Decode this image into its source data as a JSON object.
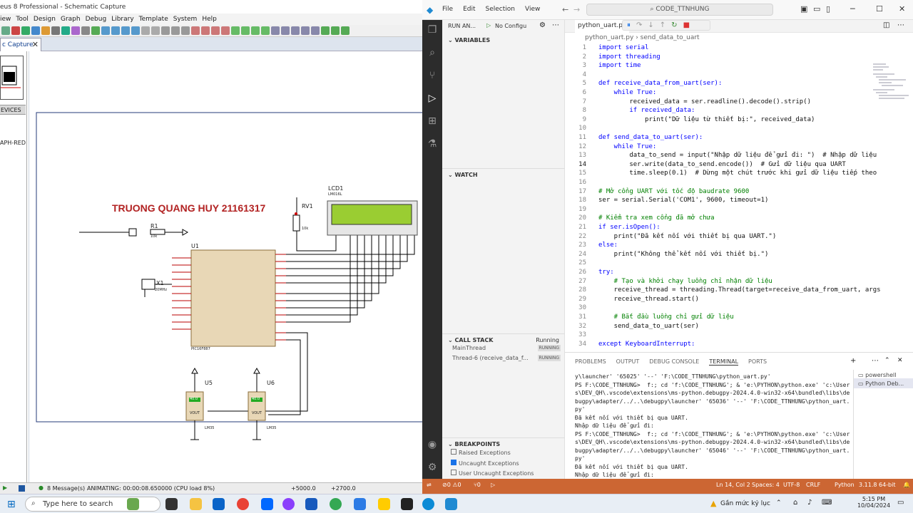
{
  "proteus": {
    "title": "eus 8 Professional - Schematic Capture",
    "menu": [
      "iew",
      "Tool",
      "Design",
      "Graph",
      "Debug",
      "Library",
      "Template",
      "System",
      "Help"
    ],
    "tab_label": "c Capture",
    "devices_header": "EVICES",
    "device_item": "APH-RED",
    "schematic": {
      "heading": "TRUONG QUANG HUY 21161317",
      "lcd_label": "LCD1",
      "lcd_part": "LM016L",
      "rv_label": "RV1",
      "rv_value": "10k",
      "r_label": "R1",
      "r_value": "10k",
      "u1_label": "U1",
      "u1_part": "PIC16F887",
      "x_label": "X1",
      "x_value": "20MHz",
      "u5_label": "U5",
      "u6_label": "U6",
      "lm_part": "LM35",
      "vout": "VOUT",
      "lm_val1": "40.0",
      "lm_val2": "40.0"
    },
    "status": {
      "messages": "8 Message(s)",
      "animating": "ANIMATING: 00:00:08.650000 (CPU load 8%)",
      "coord_x": "+5000.0",
      "coord_y": "+2700.0"
    }
  },
  "vscode": {
    "menu": [
      "File",
      "Edit",
      "Selection",
      "View"
    ],
    "search": "CODE_TTNHUNG",
    "side": {
      "run_label": "RUN AN...",
      "config": "No Configu",
      "variables": "VARIABLES",
      "watch": "WATCH",
      "call_stack": "CALL STACK",
      "running": "Running",
      "threads": [
        {
          "name": "MainThread",
          "state": "RUNNING"
        },
        {
          "name": "Thread-6 (receive_data_f...",
          "state": "RUNNING"
        }
      ],
      "breakpoints": "BREAKPOINTS",
      "bp_items": [
        "Raised Exceptions",
        "Uncaught Exceptions",
        "User Uncaught Exceptions"
      ]
    },
    "tab": "python_uart.py",
    "breadcrumb": [
      "python_uart.py",
      "send_data_to_uart"
    ],
    "code": [
      {
        "n": "1",
        "t": "import serial"
      },
      {
        "n": "2",
        "t": "import threading"
      },
      {
        "n": "3",
        "t": "import time"
      },
      {
        "n": "4",
        "t": ""
      },
      {
        "n": "5",
        "t": "def receive_data_from_uart(ser):"
      },
      {
        "n": "6",
        "t": "    while True:"
      },
      {
        "n": "7",
        "t": "        received_data = ser.readline().decode().strip()"
      },
      {
        "n": "8",
        "t": "        if received_data:"
      },
      {
        "n": "9",
        "t": "            print(\"Dữ liệu từ thiết bị:\", received_data)"
      },
      {
        "n": "10",
        "t": ""
      },
      {
        "n": "11",
        "t": "def send_data_to_uart(ser):"
      },
      {
        "n": "12",
        "t": "    while True:"
      },
      {
        "n": "13",
        "t": "        data_to_send = input(\"Nhập dữ liệu để gửi đi: \")  # Nhập dữ liệu"
      },
      {
        "n": "14",
        "t": "        ser.write(data_to_send.encode())  # Gửi dữ liệu qua UART"
      },
      {
        "n": "15",
        "t": "        time.sleep(0.1)  # Dừng một chút trước khi gửi dữ liệu tiếp theo"
      },
      {
        "n": "16",
        "t": ""
      },
      {
        "n": "17",
        "t": "# Mở cổng UART với tốc độ baudrate 9600"
      },
      {
        "n": "18",
        "t": "ser = serial.Serial('COM1', 9600, timeout=1)"
      },
      {
        "n": "19",
        "t": ""
      },
      {
        "n": "20",
        "t": "# Kiểm tra xem cổng đã mở chưa"
      },
      {
        "n": "21",
        "t": "if ser.isOpen():"
      },
      {
        "n": "22",
        "t": "    print(\"Đã kết nối với thiết bị qua UART.\")"
      },
      {
        "n": "23",
        "t": "else:"
      },
      {
        "n": "24",
        "t": "    print(\"Không thể kết nối với thiết bị.\")"
      },
      {
        "n": "25",
        "t": ""
      },
      {
        "n": "26",
        "t": "try:"
      },
      {
        "n": "27",
        "t": "    # Tạo và khởi chạy luồng chỉ nhận dữ liệu"
      },
      {
        "n": "28",
        "t": "    receive_thread = threading.Thread(target=receive_data_from_uart, args"
      },
      {
        "n": "29",
        "t": "    receive_thread.start()"
      },
      {
        "n": "30",
        "t": ""
      },
      {
        "n": "31",
        "t": "    # Bắt đầu luồng chỉ gửi dữ liệu"
      },
      {
        "n": "32",
        "t": "    send_data_to_uart(ser)"
      },
      {
        "n": "33",
        "t": ""
      },
      {
        "n": "34",
        "t": "except KeyboardInterrupt:"
      }
    ],
    "panel": {
      "tabs": [
        "PROBLEMS",
        "OUTPUT",
        "DEBUG CONSOLE",
        "TERMINAL",
        "PORTS"
      ],
      "terminal": [
        "y\\launcher' '65025' '--' 'F:\\CODE_TTNHUNG\\python_uart.py'",
        "PS F:\\CODE_TTNHUNG>  f:; cd 'f:\\CODE_TTNHUNG'; & 'e:\\PYTHON\\python.exe' 'c:\\User",
        "s\\DEV_QH\\.vscode\\extensions\\ms-python.debugpy-2024.4.0-win32-x64\\bundled\\libs\\de",
        "bugpy\\adapter/../..\\debugpy\\launcher' '65036' '--' 'F:\\CODE_TTNHUNG\\python_uart.",
        "py'",
        "Đã kết nối với thiết bị qua UART.",
        "Nhập dữ liệu để gửi đi:",
        "PS F:\\CODE_TTNHUNG>  f:; cd 'f:\\CODE_TTNHUNG'; & 'e:\\PYTHON\\python.exe' 'c:\\User",
        "s\\DEV_QH\\.vscode\\extensions\\ms-python.debugpy-2024.4.0-win32-x64\\bundled\\libs\\de",
        "bugpy\\adapter/../..\\debugpy\\launcher' '65046' '--' 'F:\\CODE_TTNHUNG\\python_uart.",
        "py'",
        "Đã kết nối với thiết bị qua UART.",
        "Nhập dữ liệu để gửi đi: "
      ],
      "term_list": [
        "powershell",
        "Python Deb..."
      ]
    },
    "status": {
      "left": "⊘0 ⚠0",
      "right1": "Ln 14, Col 2",
      "spaces": "Spaces: 4",
      "enc": "UTF-8",
      "eol": "CRLF",
      "lang": "Python",
      "ver": "3.11.8 64-bit"
    }
  },
  "taskbar": {
    "search": "Type here to search",
    "weather": "Gần mức kỷ lục",
    "time": "5:15 PM",
    "date": "10/04/2024"
  },
  "colors": {
    "accent": "#cc6633",
    "activity": "#2c2c2c",
    "lcd": "#9acd32",
    "heading": "#b22222"
  }
}
